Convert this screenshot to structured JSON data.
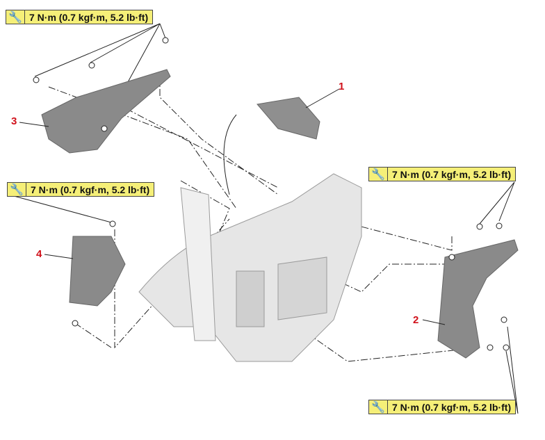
{
  "torque_specs": [
    {
      "text": "7 N·m (0.7 kgf·m, 5.2 lb·ft)"
    },
    {
      "text": "7 N·m (0.7 kgf·m, 5.2 lb·ft)"
    },
    {
      "text": "7 N·m (0.7 kgf·m, 5.2 lb·ft)"
    },
    {
      "text": "7 N·m (0.7 kgf·m, 5.2 lb·ft)"
    }
  ],
  "part_numbers": [
    "1",
    "2",
    "3",
    "4"
  ],
  "colors": {
    "label_bg": "#f5ef78",
    "callout": "#d0101a",
    "part_fill": "#8a8a8a"
  }
}
